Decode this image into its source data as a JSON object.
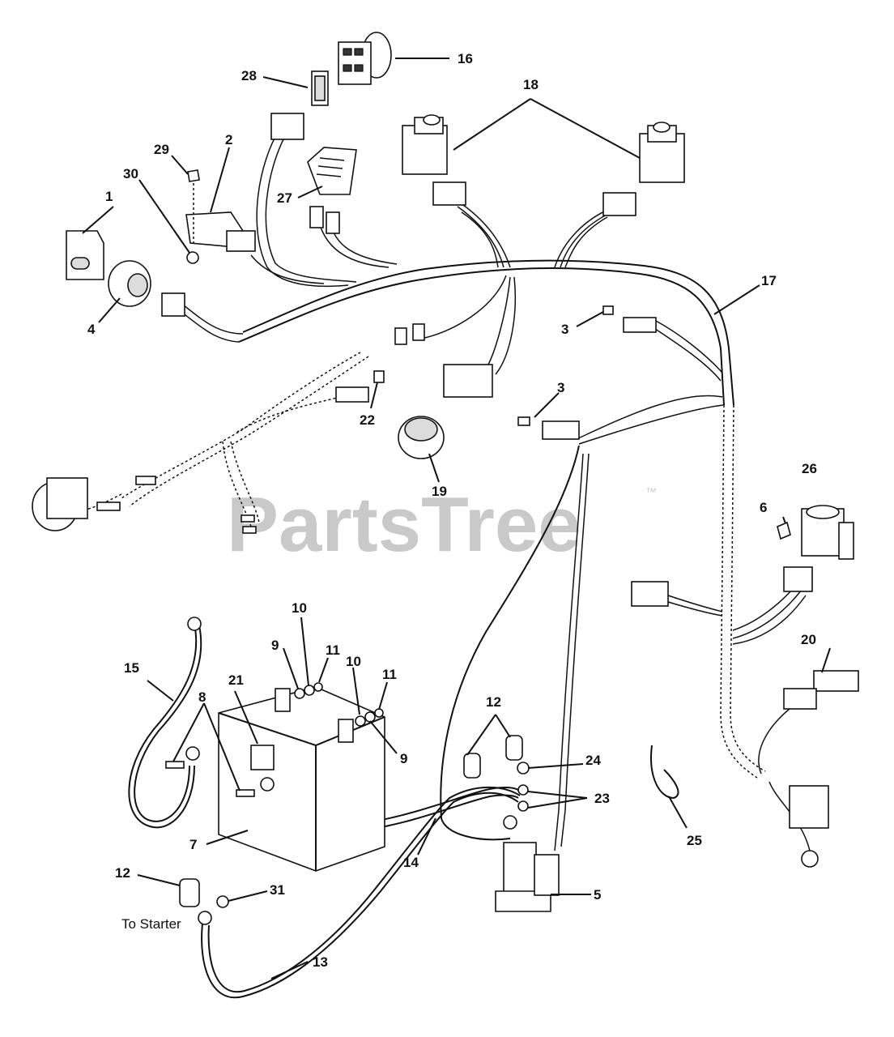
{
  "watermark": {
    "text": "PartsTree",
    "trademark": "™"
  },
  "callouts": {
    "c1": "1",
    "c2": "2",
    "c3a": "3",
    "c3b": "3",
    "c4": "4",
    "c5": "5",
    "c6": "6",
    "c7": "7",
    "c8": "8",
    "c9a": "9",
    "c9b": "9",
    "c10a": "10",
    "c10b": "10",
    "c11a": "11",
    "c11b": "11",
    "c12a": "12",
    "c12b": "12",
    "c13": "13",
    "c14": "14",
    "c15": "15",
    "c16": "16",
    "c17": "17",
    "c18": "18",
    "c19": "19",
    "c20": "20",
    "c21": "21",
    "c22": "22",
    "c23": "23",
    "c24": "24",
    "c25": "25",
    "c26": "26",
    "c27": "27",
    "c28": "28",
    "c29": "29",
    "c30": "30",
    "c31": "31"
  },
  "notes": {
    "to_starter": "To Starter"
  }
}
